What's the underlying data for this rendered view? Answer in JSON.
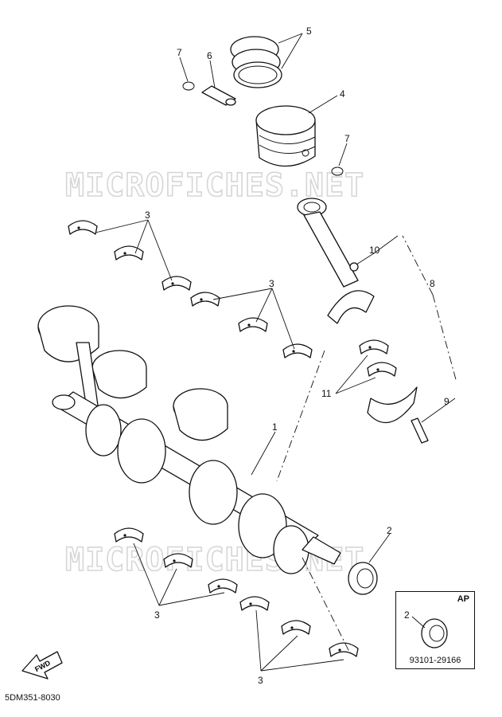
{
  "watermark": "MICROFICHES.NET",
  "callouts": {
    "c1": "1",
    "c2a": "2",
    "c2b": "2",
    "c3a": "3",
    "c3b": "3",
    "c3c": "3",
    "c3d": "3",
    "c4": "4",
    "c5": "5",
    "c6": "6",
    "c7a": "7",
    "c7b": "7",
    "c8": "8",
    "c9": "9",
    "c10": "10",
    "c11": "11"
  },
  "fwd_label": "FWD",
  "ap_box": {
    "label": "AP",
    "callout": "2",
    "part_number": "93101-29166"
  },
  "diagram_code": "5DM351-8030"
}
